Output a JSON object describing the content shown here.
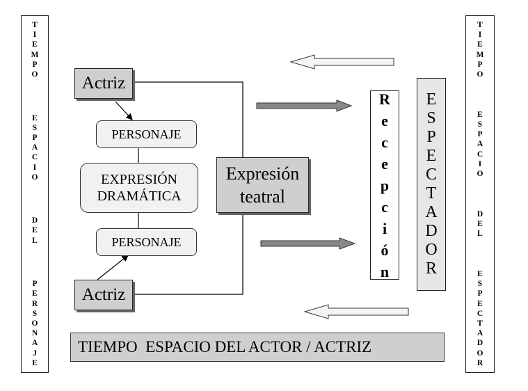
{
  "left_bar": {
    "words": [
      "TIEMPO",
      "ESPACIO",
      "DEL",
      "PERSONAJE"
    ]
  },
  "right_bar": {
    "words": [
      "TIEMPO",
      "ESPACIO",
      "DEL",
      "ESPECTADOR"
    ]
  },
  "actor_top": "Actriz",
  "actor_bottom": "Actriz",
  "personaje_top": "PERSONAJE",
  "personaje_bottom": "PERSONAJE",
  "expresion_dramatica": {
    "line1": "EXPRESIÓN",
    "line2": "DRAMÁTICA"
  },
  "expresion_teatral": {
    "line1": "Expresión",
    "line2": "teatral"
  },
  "recepcion": "Recepción",
  "espectador": "ESPECTADOR",
  "bottom_banner": "TIEMPO  ESPACIO DEL ACTOR / ACTRIZ"
}
